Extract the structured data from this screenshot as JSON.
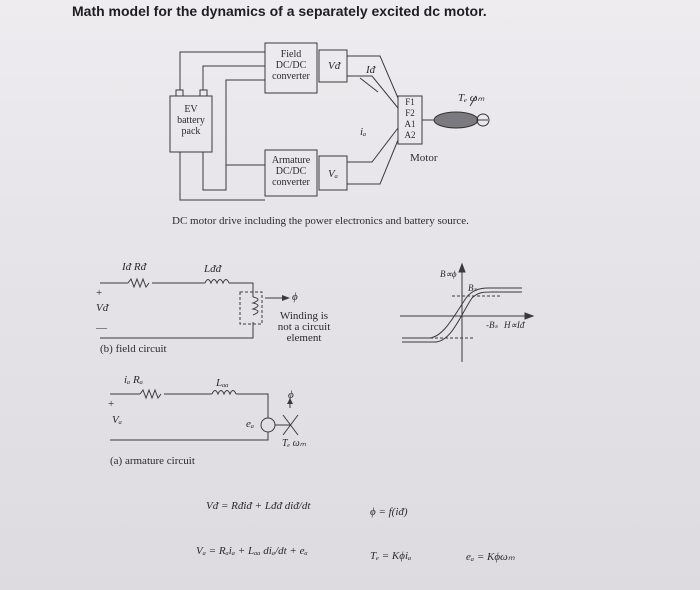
{
  "title": "Math model for the dynamics of a separately excited dc motor.",
  "top_diagram": {
    "field_converter": [
      "Field",
      "DC/DC",
      "converter"
    ],
    "armature_converter": [
      "Armature",
      "DC/DC",
      "converter"
    ],
    "battery": [
      "EV",
      "battery",
      "pack"
    ],
    "motor_terminals": [
      "F1",
      "F2",
      "A1",
      "A2"
    ],
    "motor_label": "Motor",
    "vf_label": "Vᵭ",
    "if_label": "Iᵭ",
    "ia_label": "iₐ",
    "va_label": "Vₐ",
    "torque_speed": "Tₑ  ωₘ",
    "caption": "DC motor drive including the power electronics and battery source."
  },
  "field_circuit": {
    "if_rf": "Iᵭ  Rᵭ",
    "lff": "Lᵭᵭ",
    "vf": "Vᵭ",
    "plus": "+",
    "minus": "—",
    "phi": "ϕ",
    "note": [
      "Winding is",
      "not a circuit",
      "element"
    ],
    "caption": "(b) field circuit"
  },
  "magnetization": {
    "y_label": "B∝ϕ",
    "bs": "Bₛ",
    "neg_bs": "-Bₛ",
    "x_label": "H∝Iᵭ"
  },
  "armature_circuit": {
    "ia_ra": "iₐ  Rₐ",
    "laa": "Lₐₐ",
    "va": "Vₐ",
    "ea": "eₐ",
    "plus": "+",
    "phi": "ϕ",
    "te_wm": "Tₑ  ωₘ",
    "caption": "(a) armature circuit"
  },
  "equations": {
    "field_eq": "Vᵭ = Rᵭiᵭ + Lᵭᵭ diᵭ/dt",
    "flux_eq": "ϕ = f(iᵭ)",
    "armature_eq": "Vₐ = Rₐiₐ + Lₐₐ diₐ/dt + eₐ",
    "torque_eq": "Tₑ = Kϕiₐ",
    "emf_eq": "eₐ = Kϕωₘ"
  }
}
